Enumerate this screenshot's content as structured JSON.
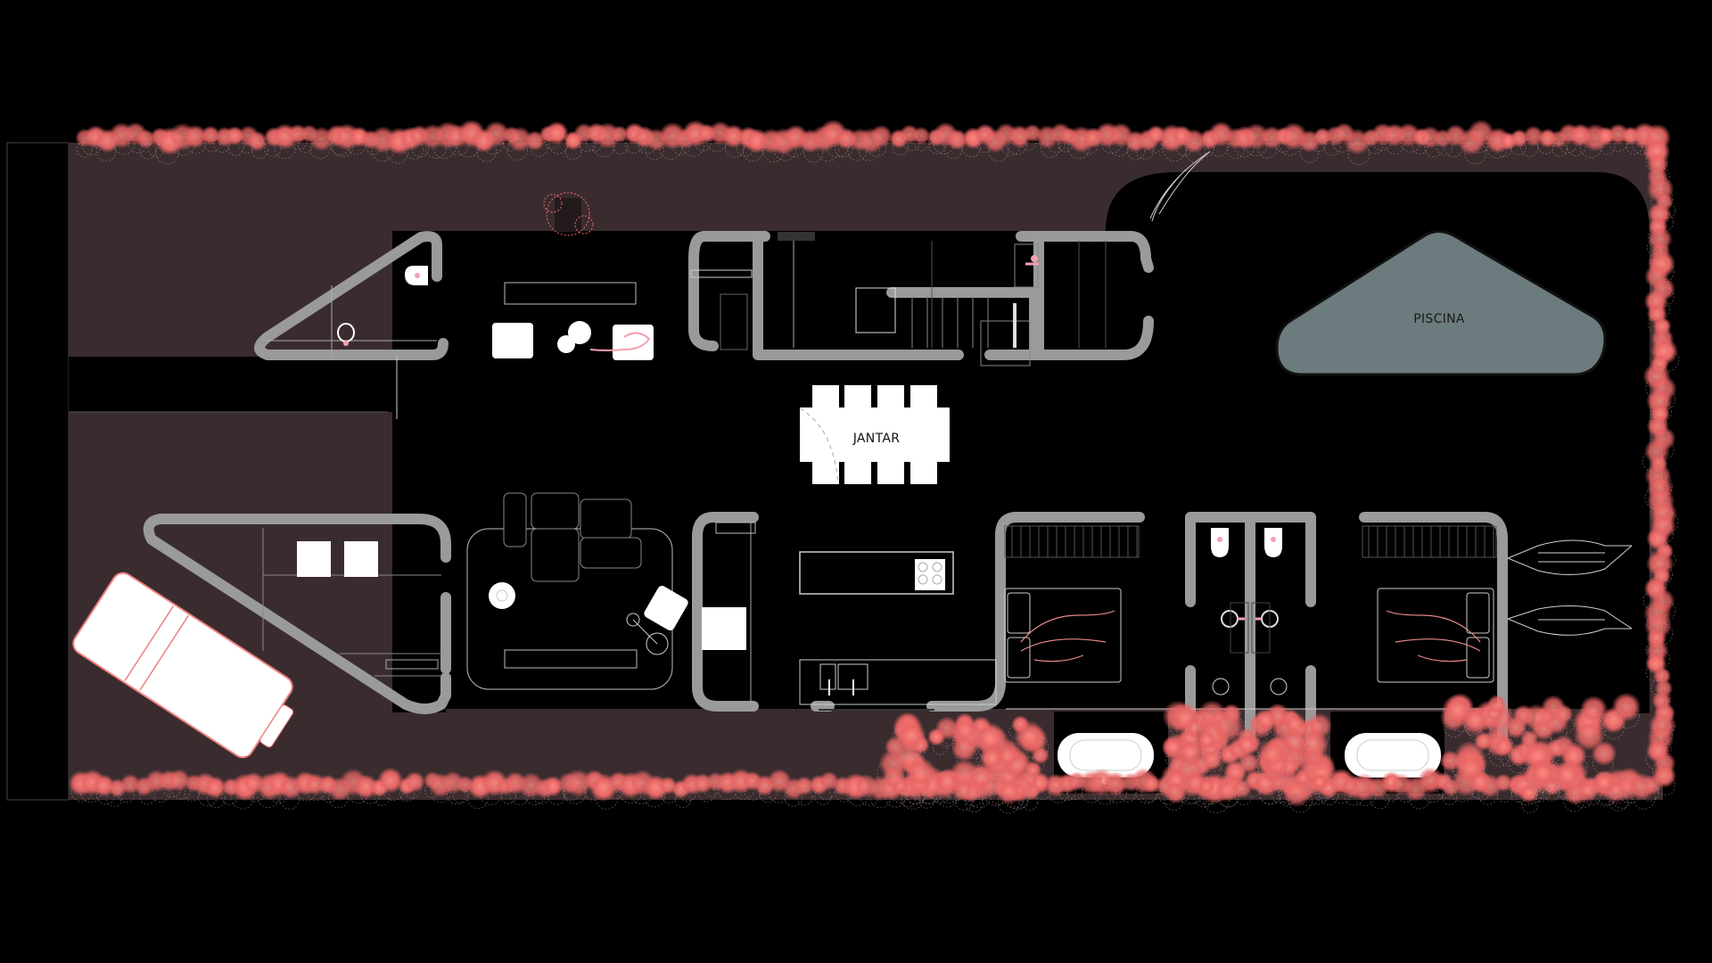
{
  "drawing": {
    "type": "architectural floor plan",
    "rooms": [
      {
        "id": "dining",
        "label": "JANTAR"
      },
      {
        "id": "pool",
        "label": "PISCINA"
      }
    ]
  },
  "colors": {
    "background": "#000000",
    "site_ground": "#3a2c2e",
    "interior_floor": "#000000",
    "walls": "#9a9a9a",
    "furniture": "#ffffff",
    "linework": "#d9d9d9",
    "vegetation": "#f26b6b",
    "vegetation_outline": "#b89a9c",
    "pool_water": "#6c7b7d",
    "accent_pink": "#f4a0b0"
  },
  "elements": {
    "furniture": [
      "dining-table",
      "8-dining-chairs",
      "sofa",
      "armchairs",
      "coffee-table",
      "kitchen-island",
      "cooktop",
      "double-sink",
      "refrigerator",
      "double-beds",
      "wardrobes",
      "toilets",
      "washbasins",
      "showers",
      "bathtubs",
      "lounge-chairs",
      "hammocks",
      "car"
    ],
    "outdoor": [
      "hedge-vegetation",
      "palm-trees",
      "pool",
      "hammocks"
    ]
  }
}
